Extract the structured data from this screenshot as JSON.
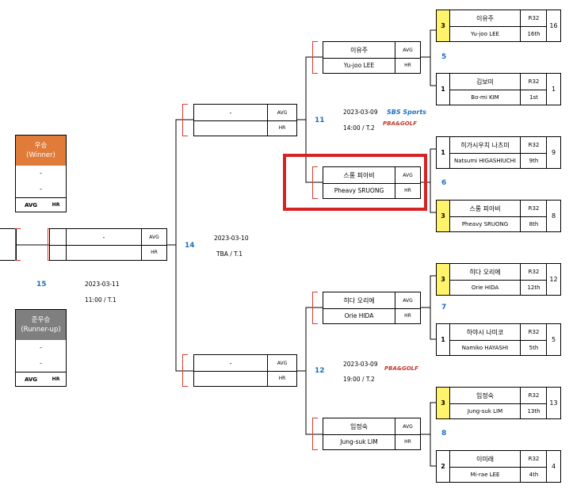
{
  "winner_box": {
    "title": "우승",
    "subtitle": "(Winner)",
    "line1": "-",
    "line2": "-",
    "avg": "AVG",
    "hr": "HR",
    "color": "#e07b39"
  },
  "runnerup_box": {
    "title": "준우승",
    "subtitle": "(Runner-up)",
    "line1": "-",
    "line2": "-",
    "avg": "AVG",
    "hr": "HR",
    "color": "#7f7f7f"
  },
  "final_match": {
    "number": "15",
    "date": "2023-03-11",
    "time": "11:00",
    "table": "T.1",
    "player": "-",
    "avg": "AVG",
    "hr": "HR"
  },
  "semi_match": {
    "number": "14",
    "date": "2023-03-10",
    "time": "TBA",
    "table": "T.1"
  },
  "qf_top": {
    "number": "11",
    "date": "2023-03-09",
    "time": "14:00",
    "table": "T.2",
    "player": "-",
    "avg": "AVG",
    "hr": "HR"
  },
  "qf_bottom": {
    "number": "12",
    "date": "2023-03-09",
    "time": "19:00",
    "table": "T.2",
    "player": "-",
    "avg": "AVG",
    "hr": "HR"
  },
  "brand_logos": {
    "sbs": "SBS Sports",
    "pba": "PBA&GOLF"
  },
  "r16_winners": [
    {
      "match": "5",
      "name_ko": "이유주",
      "name_en": "Yu-joo LEE",
      "avg": "AVG",
      "hr": "HR"
    },
    {
      "match": "6",
      "name_ko": "스롱 피아비",
      "name_en": "Pheavy SRUONG",
      "avg": "AVG",
      "hr": "HR"
    },
    {
      "match": "7",
      "name_ko": "히다 오리에",
      "name_en": "Orie HIDA",
      "avg": "AVG",
      "hr": "HR"
    },
    {
      "match": "8",
      "name_ko": "임정숙",
      "name_en": "Jung-suk LIM",
      "avg": "AVG",
      "hr": "HR"
    }
  ],
  "r32_players": [
    {
      "score": "3",
      "name_ko": "이유주",
      "name_en": "Yu-joo LEE",
      "round": "R32",
      "rank": "16th",
      "seed": "16",
      "winner": true
    },
    {
      "score": "1",
      "name_ko": "김보미",
      "name_en": "Bo-mi KIM",
      "round": "R32",
      "rank": "1st",
      "seed": "1",
      "winner": false
    },
    {
      "score": "1",
      "name_ko": "히가시우치 나츠미",
      "name_en": "Natsumi HIGASHIUCHI",
      "round": "R32",
      "rank": "9th",
      "seed": "9",
      "winner": false
    },
    {
      "score": "3",
      "name_ko": "스롱 피아비",
      "name_en": "Pheavy SRUONG",
      "round": "R32",
      "rank": "8th",
      "seed": "8",
      "winner": true
    },
    {
      "score": "3",
      "name_ko": "히다 오리에",
      "name_en": "Orie HIDA",
      "round": "R32",
      "rank": "12th",
      "seed": "12",
      "winner": true
    },
    {
      "score": "1",
      "name_ko": "하야시 나미코",
      "name_en": "Namiko HAYASHI",
      "round": "R32",
      "rank": "5th",
      "seed": "5",
      "winner": false
    },
    {
      "score": "3",
      "name_ko": "임정숙",
      "name_en": "Jung-suk LIM",
      "round": "R32",
      "rank": "13th",
      "seed": "13",
      "winner": true
    },
    {
      "score": "2",
      "name_ko": "이미래",
      "name_en": "Mi-rae LEE",
      "round": "R32",
      "rank": "4th",
      "seed": "4",
      "winner": false
    }
  ],
  "colors": {
    "winner_highlight": "#fff36b",
    "match_number": "#1f6fbf",
    "accent_red": "#d93a2b"
  }
}
